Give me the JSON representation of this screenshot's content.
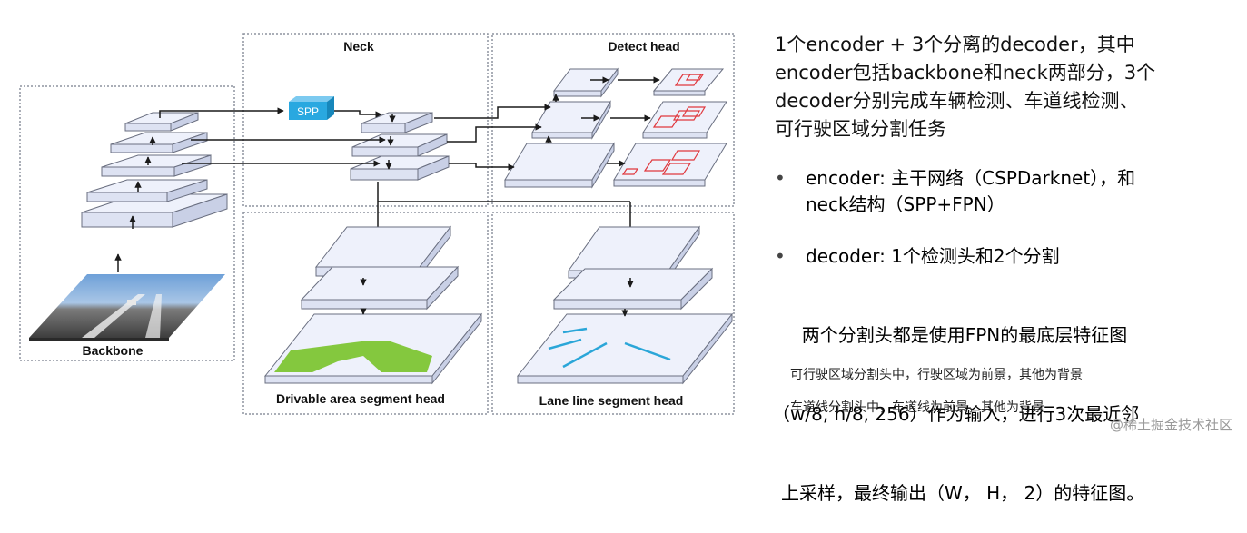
{
  "labels": {
    "backbone": "Backbone",
    "neck": "Neck",
    "detect_head": "Detect head",
    "drivable": "Drivable area segment head",
    "lane": "Lane line segment head",
    "spp": "SPP"
  },
  "text": {
    "intro": [
      "1个encoder + 3个分离的decoder，其中",
      "encoder包括backbone和neck两部分，3个",
      "decoder分别完成车辆检测、车道线检测、",
      "可行驶区域分割任务"
    ],
    "bullet1": [
      "encoder: 主干网络（CSPDarknet），和",
      "neck结构（SPP+FPN）"
    ],
    "bullet2": [
      "decoder: 1个检测头和2个分割",
      "  两个分割头都是使用FPN的最底层特征图",
      "（w/8, h/8, 256）作为输入，进行3次最近邻",
      "上采样，最终输出（W， H， 2）的特征图。"
    ],
    "note1": "可行驶区域分割头中，行驶区域为前景，其他为背景",
    "note2": "车道线分割头中，车道线为前景，其他为背景",
    "watermark": "@稀土掘金技术社区"
  },
  "colors": {
    "plane_fill": "#eef1fb",
    "plane_stroke": "#6a6f80",
    "spp_fill": "#29a8e0",
    "drivable_green": "#84c83e",
    "lane_blue": "#2aa6d8",
    "box_red": "#e0383e"
  }
}
